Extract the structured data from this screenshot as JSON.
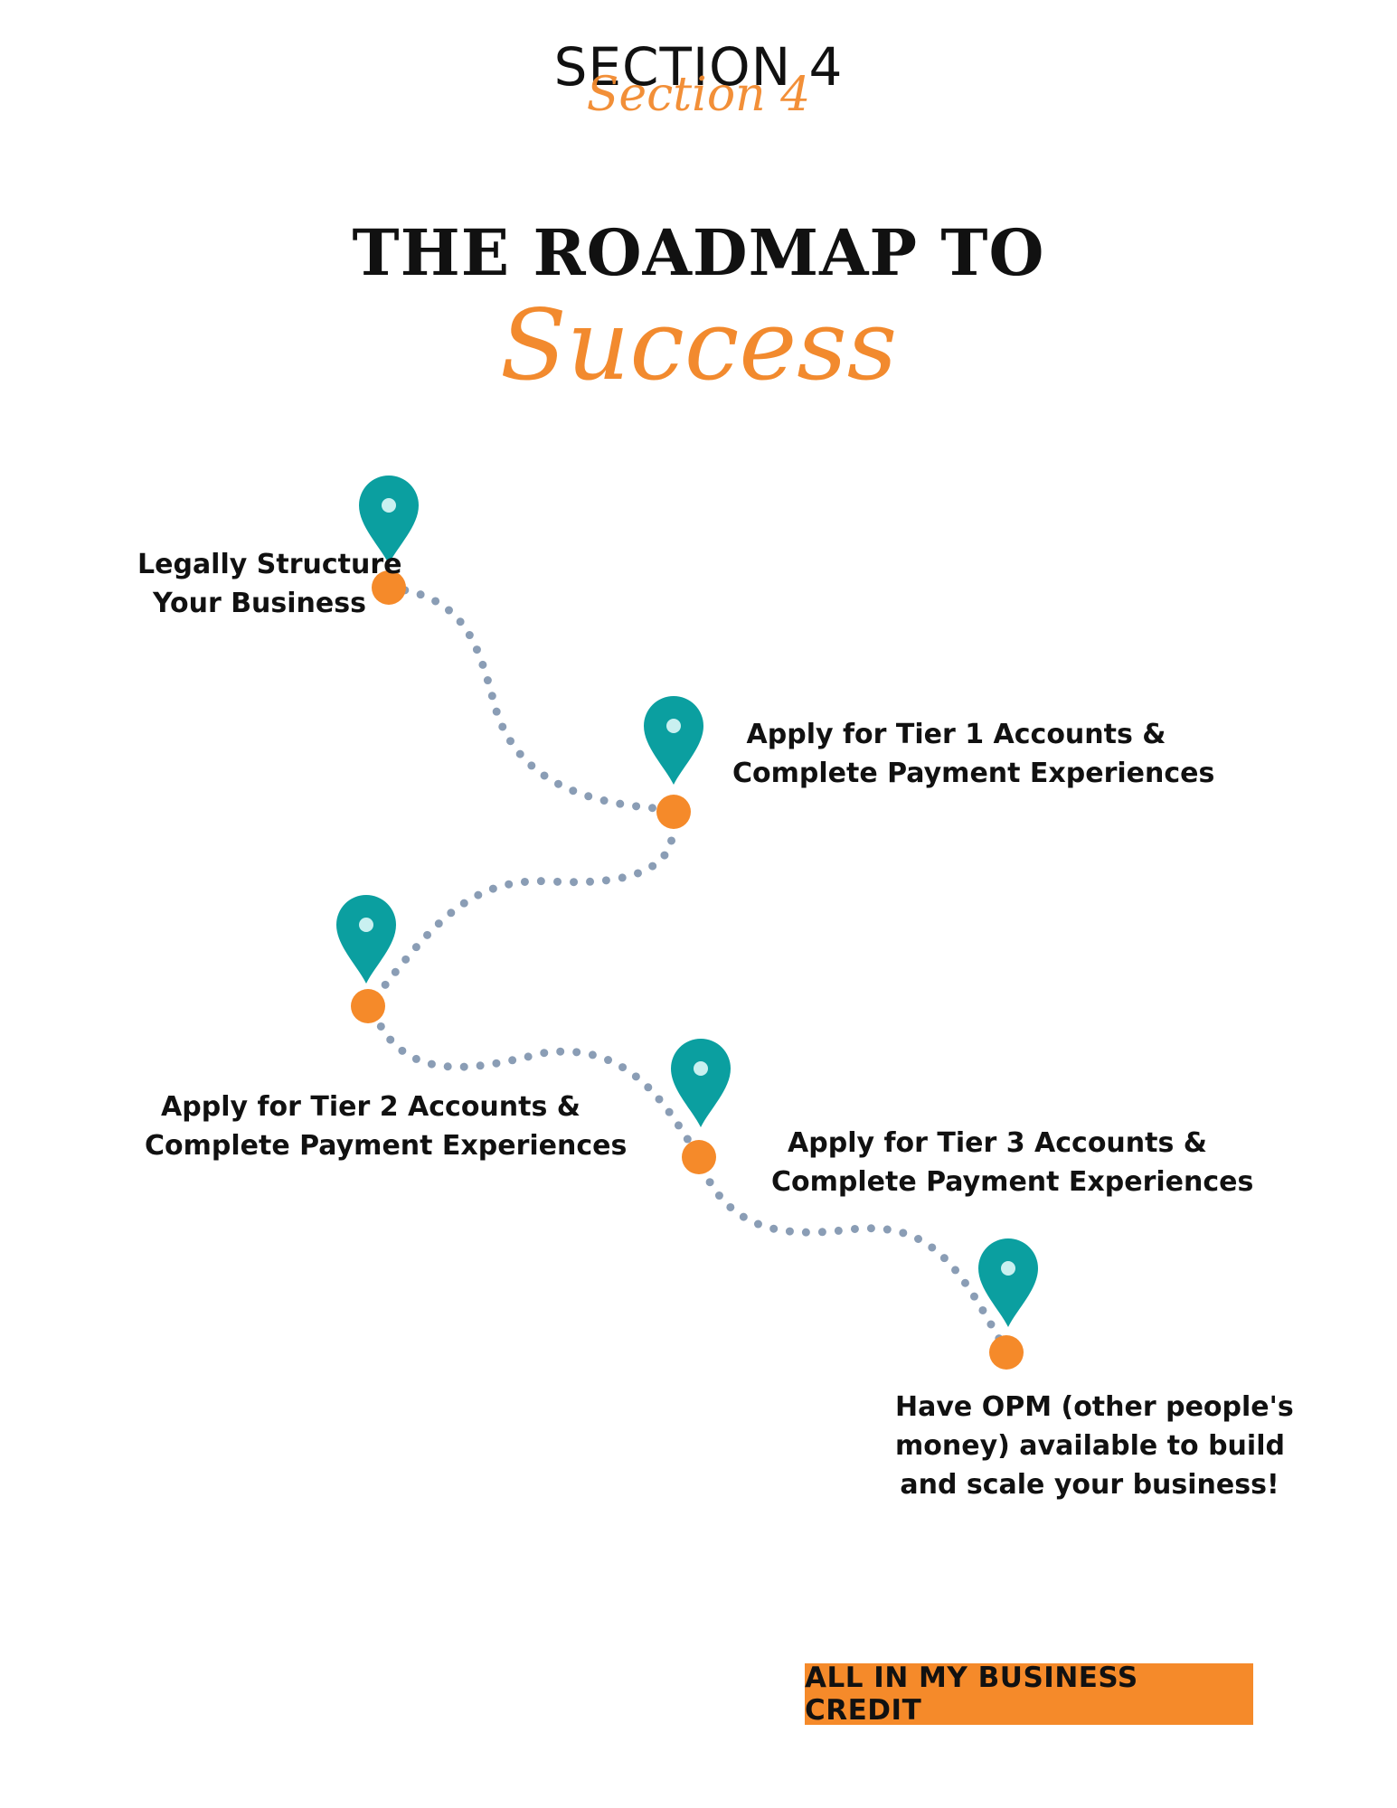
{
  "header": {
    "section_label": "SECTION 4",
    "section_script": "Section 4",
    "title": "THE ROADMAP TO",
    "title_script": "Success"
  },
  "steps": [
    {
      "lines": [
        "Legally Structure",
        "Your Business"
      ]
    },
    {
      "lines": [
        "Apply for Tier 1 Accounts &",
        "Complete Payment Experiences"
      ]
    },
    {
      "lines": [
        "Apply for Tier 2 Accounts &",
        "Complete Payment Experiences"
      ]
    },
    {
      "lines": [
        "Apply for Tier 3 Accounts &",
        "Complete Payment Experiences"
      ]
    },
    {
      "lines": [
        "Have OPM (other people's",
        "money) available to build",
        "and scale your business!"
      ]
    }
  ],
  "footer": {
    "badge_label": "ALL IN MY BUSINESS CREDIT"
  },
  "colors": {
    "accent": "#f58a2a",
    "pin": "#0b9fa0",
    "pin_dot": "#c9f0f0",
    "path": "#8a9db5",
    "text": "#111111"
  },
  "icons": {
    "marker": "map-pin-icon",
    "waypoint": "waypoint-dot"
  }
}
